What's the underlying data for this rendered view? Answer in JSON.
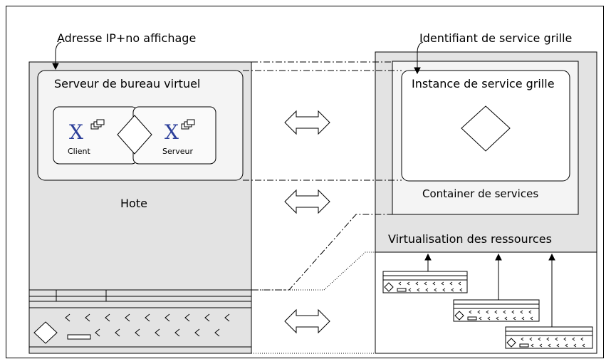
{
  "labels": {
    "address_ip": "Adresse IP+no affichage",
    "service_id": "Identifiant de service grille",
    "virtual_desktop_server": "Serveur de bureau virtuel",
    "client": "Client",
    "server": "Serveur",
    "host": "Hote",
    "grid_service_instance": "Instance de service grille",
    "services_container": "Container de services",
    "resource_virtualisation": "Virtualisation des ressources",
    "x_glyph": "X"
  },
  "colors": {
    "panel_gray": "#e3e3e3",
    "panel_light": "#f4f4f4",
    "x_logo_blue": "#2c3f9a"
  },
  "icons": [
    "double-arrow-icon",
    "diamond-icon",
    "x-window-icon",
    "server-rack-icon"
  ]
}
